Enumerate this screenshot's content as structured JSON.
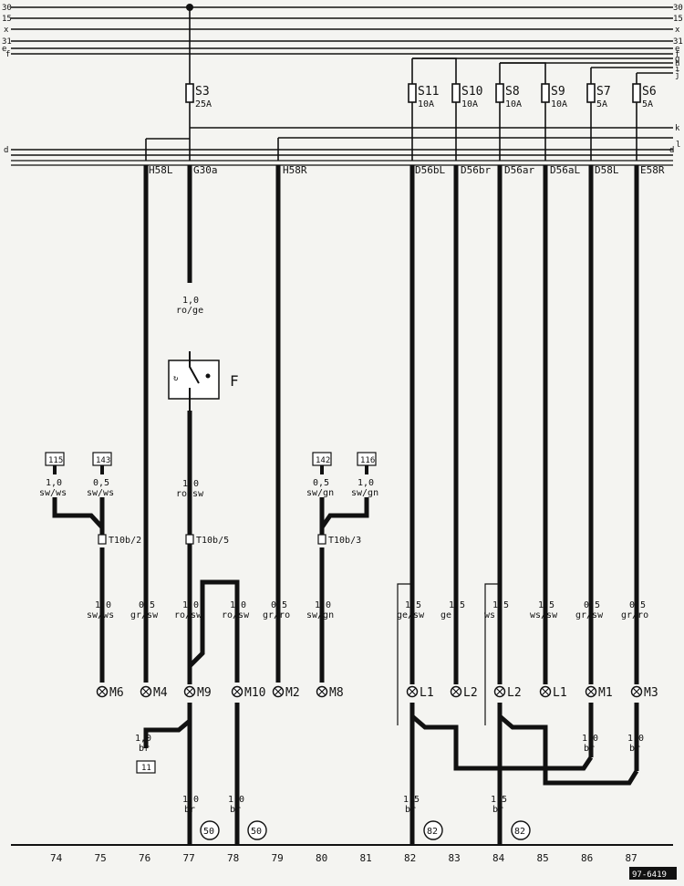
{
  "bus_lines": [
    {
      "label_left": "30",
      "label_right": "30"
    },
    {
      "label_left": "15",
      "label_right": "15"
    },
    {
      "label_left": "x",
      "label_right": "x"
    },
    {
      "label_left": "31",
      "label_right": "31"
    },
    {
      "label_left": "e",
      "label_right": "e"
    },
    {
      "label_left": "f",
      "label_right": "f"
    },
    {
      "label_right": "g"
    },
    {
      "label_right": "h"
    },
    {
      "label_right": "i"
    },
    {
      "label_right": "j"
    },
    {
      "label_right": "k"
    },
    {
      "label_left": "d",
      "label_right": "d"
    },
    {
      "label_right": "l"
    }
  ],
  "fuses": [
    {
      "name": "S3",
      "rating": "25A"
    },
    {
      "name": "S11",
      "rating": "10A"
    },
    {
      "name": "S10",
      "rating": "10A"
    },
    {
      "name": "S8",
      "rating": "10A"
    },
    {
      "name": "S9",
      "rating": "10A"
    },
    {
      "name": "S7",
      "rating": "5A"
    },
    {
      "name": "S6",
      "rating": "5A"
    }
  ],
  "terminal_labels": [
    "H58L",
    "G30a",
    "H58R",
    "D56bL",
    "D56br",
    "D56ar",
    "D56aL",
    "D58L",
    "E58R"
  ],
  "component_F": "F",
  "upper_wire_labels": [
    {
      "size": "1,0",
      "color": "ro/ge"
    },
    {
      "size": "1,0",
      "color": "ro/sw"
    }
  ],
  "refs": [
    {
      "num": "115",
      "size": "1,0",
      "color": "sw/ws"
    },
    {
      "num": "143",
      "size": "0,5",
      "color": "sw/ws"
    },
    {
      "num": "142",
      "size": "0,5",
      "color": "sw/gn"
    },
    {
      "num": "116",
      "size": "1,0",
      "color": "sw/gn"
    }
  ],
  "connectors": [
    "T10b/2",
    "T10b/5",
    "T10b/3"
  ],
  "mid_wire_labels": [
    {
      "size": "1,0",
      "color": "sw/ws"
    },
    {
      "size": "0,5",
      "color": "gr/sw"
    },
    {
      "size": "1,0",
      "color": "ro/sw"
    },
    {
      "size": "1,0",
      "color": "ro/sw"
    },
    {
      "size": "0,5",
      "color": "gr/ro"
    },
    {
      "size": "1,0",
      "color": "sw/gn"
    },
    {
      "size": "1,5",
      "color": "ge/sw"
    },
    {
      "size": "1,5",
      "color": "ge"
    },
    {
      "size": "1,5",
      "color": "ws"
    },
    {
      "size": "1,5",
      "color": "ws/sw"
    },
    {
      "size": "0,5",
      "color": "gr/sw"
    },
    {
      "size": "0,5",
      "color": "gr/ro"
    }
  ],
  "lamps": [
    "M6",
    "M4",
    "M9",
    "M10",
    "M2",
    "M8",
    "L1",
    "L2",
    "L2",
    "L1",
    "M1",
    "M3"
  ],
  "ground_labels": [
    {
      "size": "1,0",
      "color": "br"
    },
    {
      "size": "1,0",
      "color": "br"
    },
    {
      "size": "1,0",
      "color": "br"
    },
    {
      "size": "1,5",
      "color": "br"
    },
    {
      "size": "1,5",
      "color": "br"
    },
    {
      "size": "1,0",
      "color": "br"
    },
    {
      "size": "1,0",
      "color": "br"
    }
  ],
  "ground_ref": "11",
  "ground_points": [
    "50",
    "50",
    "82",
    "82"
  ],
  "columns": [
    "74",
    "75",
    "76",
    "77",
    "78",
    "79",
    "80",
    "81",
    "82",
    "83",
    "84",
    "85",
    "86",
    "87"
  ],
  "drawing_id": "97-6419"
}
